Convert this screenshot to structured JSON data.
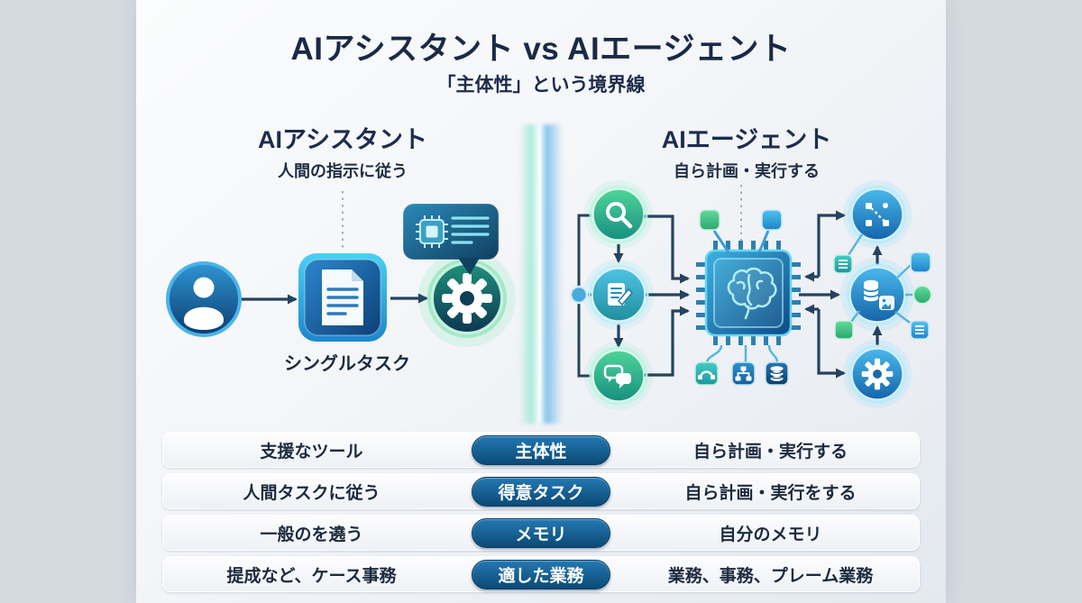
{
  "title": {
    "main": "AIアシスタント vs AIエージェント",
    "subtitle": "「主体性」という境界線"
  },
  "assistant": {
    "heading": "AIアシスタント",
    "subheading": "人間の指示に従う",
    "flow_label": "シングルタスク"
  },
  "agent": {
    "heading": "AIエージェント",
    "subheading": "自ら計画・実行する"
  },
  "comparison": {
    "rows": [
      {
        "left": "支援なツール",
        "pill": "主体性",
        "right": "自ら計画・実行する"
      },
      {
        "left": "人間タスクに従う",
        "pill": "得意タスク",
        "right": "自ら計画・実行をする"
      },
      {
        "left": "一般のを遶う",
        "pill": "メモリ",
        "right": "自分のメモリ"
      },
      {
        "left": "提成など、ケース事務",
        "pill": "適した業務",
        "right": "業務、事務、プレーム業務"
      }
    ]
  },
  "icons": {
    "assistant_flow": [
      "user-icon",
      "document-icon",
      "gear-icon",
      "chip-chat-bubble-icon"
    ],
    "agent_flow": [
      "search-icon",
      "note-edit-icon",
      "chat-icon",
      "brain-chip-icon",
      "workflow-nodes-icon",
      "database-photo-icon",
      "gear-icon",
      "arc-connector-icon",
      "org-chart-icon",
      "database-stack-icon"
    ]
  },
  "colors": {
    "heading_text": "#1d2b4c",
    "body_text": "#1c2a3e",
    "pill_gradient_top": "#2478b2",
    "pill_gradient_bottom": "#0b4a76",
    "pill_text": "#ffffff",
    "divider_green": "#6fe2c2",
    "divider_blue": "#4aa9e9",
    "arrow": "#24435f",
    "row_background": "#f4f6f9",
    "panel_background": "#f1f4f7",
    "outer_background": "#d5dae0"
  }
}
